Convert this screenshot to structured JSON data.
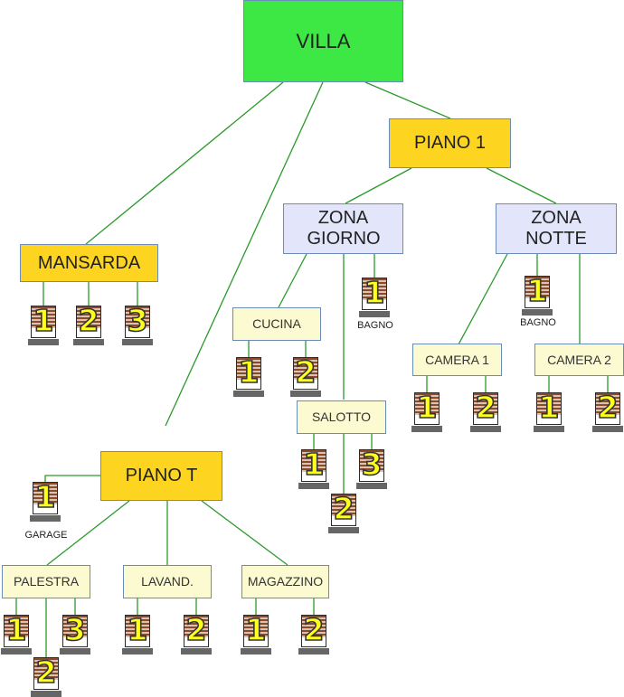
{
  "diagram": {
    "title": "VILLA",
    "colors": {
      "root": "#3de845",
      "floor": "#fdd520",
      "zone": "#e3e6fb",
      "room": "#fbfad0",
      "connector": "#2a9a2a",
      "border": "#6b8cb8",
      "shutter_slat": "#8b4a2b",
      "shutter_number": "#ffff1a"
    },
    "nodes": {
      "villa": "VILLA",
      "piano1": "PIANO 1",
      "mansarda": "MANSARDA",
      "pianoT": "PIANO T",
      "zona_giorno": "ZONA GIORNO",
      "zona_notte": "ZONA NOTTE",
      "cucina": "CUCINA",
      "salotto": "SALOTTO",
      "camera1": "CAMERA 1",
      "camera2": "CAMERA 2",
      "palestra": "PALESTRA",
      "lavand": "LAVAND.",
      "magazzino": "MAGAZZINO"
    },
    "captions": {
      "bagno_giorno": "BAGNO",
      "bagno_notte": "BAGNO",
      "garage": "GARAGE"
    },
    "shutters": {
      "mansarda": [
        "1",
        "2",
        "3"
      ],
      "bagno_giorno": [
        "1"
      ],
      "bagno_notte": [
        "1"
      ],
      "cucina": [
        "1",
        "2"
      ],
      "salotto": [
        "1",
        "2",
        "3"
      ],
      "camera1": [
        "1",
        "2"
      ],
      "camera2": [
        "1",
        "2"
      ],
      "garage": [
        "1"
      ],
      "palestra": [
        "1",
        "2",
        "3"
      ],
      "lavand": [
        "1",
        "2"
      ],
      "magazzino": [
        "1",
        "2"
      ]
    }
  }
}
